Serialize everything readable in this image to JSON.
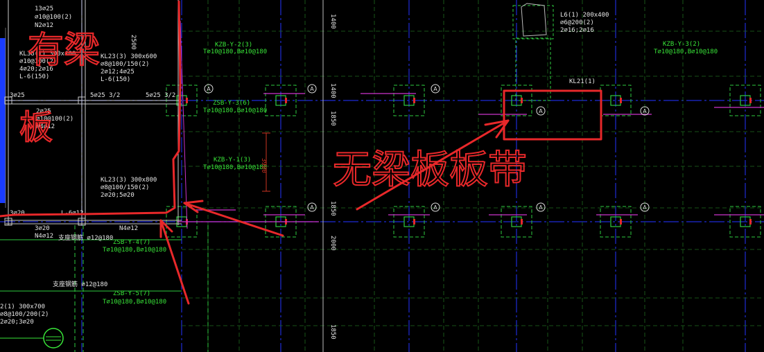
{
  "drawing": {
    "colors": {
      "background": "#000000",
      "axis_blue": "#1e2bd6",
      "column_green": "#2ecc40",
      "text_green": "#39e639",
      "text_white": "#e6e6e6",
      "magenta": "#cc33cc",
      "markup_red": "#e8282a",
      "dim_red": "#cc3322",
      "panel_blue": "#1a3cff"
    },
    "beam_labels": [
      {
        "id": "zsb-y-2",
        "lines": [
          "KZB-Y-2(3)",
          "T⌀10@180,B⌀10@180"
        ]
      },
      {
        "id": "kzb-y-3",
        "lines": [
          "KZB-Y-3(2)",
          "T⌀10@180,B⌀10@180"
        ]
      },
      {
        "id": "zsb-y-3",
        "lines": [
          "ZSB-Y-3(6)",
          "T⌀10@180,B⌀10@180"
        ]
      },
      {
        "id": "kzb-y-1",
        "lines": [
          "KZB-Y-1(3)",
          "T⌀10@180,B⌀10@180"
        ]
      },
      {
        "id": "zsb-y-4",
        "lines": [
          "ZSB-Y-4(7)",
          "T⌀10@180,B⌀10@180"
        ]
      },
      {
        "id": "zsb-y-5",
        "lines": [
          "ZSB-Y-5(7)",
          "T⌀10@180,B⌀10@180"
        ]
      }
    ],
    "beam_texts": [
      {
        "id": "l6",
        "lines": [
          "L6(1) 200x400",
          "⌀6@200(2)",
          "2⌀16;2⌀16"
        ]
      },
      {
        "id": "kl21",
        "lines": [
          "KL21(1)"
        ]
      },
      {
        "id": "kl38",
        "lines": [
          "KL38(1) 300x400",
          "⌀10@100(2)",
          "4⌀20;2⌀16",
          "L-6(150)"
        ]
      },
      {
        "id": "kl23a",
        "lines": [
          "KL23(3) 300x600",
          "⌀8@100/150(2)",
          "2⌀12;4⌀25",
          "L-6(150)"
        ]
      },
      {
        "id": "kl23b",
        "lines": [
          "KL23(3) 300x800",
          "⌀8@100/150(2)",
          "2⌀20;5⌀20"
        ]
      },
      {
        "id": "kl-small",
        "lines": [
          "2⌀25",
          "⌀10@100(2)",
          "N4⌀12"
        ]
      },
      {
        "id": "kl-bottom",
        "lines": [
          "2(1) 300x700",
          "⌀8@100/200(2)",
          "2⌀20;3⌀20"
        ]
      },
      {
        "id": "top-left",
        "lines": [
          "13⌀25",
          "⌀10@100(2)",
          "N2⌀12"
        ]
      }
    ],
    "small_texts": [
      {
        "id": "t1",
        "text": "5⌀25 3/2"
      },
      {
        "id": "t2",
        "text": "5⌀25 3/2"
      },
      {
        "id": "t3",
        "text": "3⌀25"
      },
      {
        "id": "t4",
        "text": "3⌀20"
      },
      {
        "id": "t5",
        "text": "N4⌀12"
      },
      {
        "id": "t6",
        "text": "N4⌀12"
      },
      {
        "id": "t7",
        "text": "L-6⌀12"
      },
      {
        "id": "t8",
        "text": "3⌀20"
      },
      {
        "id": "t9",
        "text": "支座钢筋 ⌀12@180"
      },
      {
        "id": "t10",
        "text": "支座钢筋 ⌀12@180"
      }
    ],
    "dimensions": [
      {
        "id": "d1",
        "text": "1400"
      },
      {
        "id": "d2",
        "text": "1400"
      },
      {
        "id": "d3",
        "text": "1850"
      },
      {
        "id": "d4",
        "text": "1850"
      },
      {
        "id": "d5",
        "text": "2000"
      },
      {
        "id": "d6",
        "text": "3900"
      },
      {
        "id": "d7",
        "text": "1850"
      },
      {
        "id": "d8",
        "text": "2500"
      }
    ],
    "axis_bubble": "A",
    "annotations": {
      "left_top": "有梁",
      "left_bottom": "板",
      "right_main": "无梁板板带"
    }
  }
}
